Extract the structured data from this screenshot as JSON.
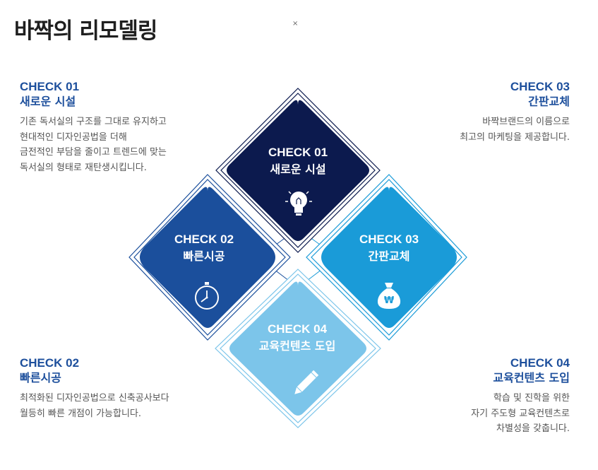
{
  "title": "바짝의 리모델링",
  "close_mark": "×",
  "items": [
    {
      "label": "CHECK 01",
      "name": "새로운 시설",
      "desc": [
        "기존 독서실의 구조를 그대로 유지하고",
        "현대적인 디자인공법을 더해",
        "금전적인 부담을 줄이고 트렌드에 맞는",
        "독서실의 형태로 재탄생시킵니다."
      ],
      "icon": "lightbulb-icon",
      "color": "#0c1a4e"
    },
    {
      "label": "CHECK 02",
      "name": "빠른시공",
      "desc": [
        "최적화된 디자인공법으로 신축공사보다",
        "월등히 빠른 개점이 가능합니다."
      ],
      "icon": "clock-icon",
      "color": "#1b4f9c"
    },
    {
      "label": "CHECK 03",
      "name": "간판교체",
      "desc": [
        "바짝브랜드의 이름으로",
        "최고의 마케팅을 제공합니다."
      ],
      "icon": "money-bag-icon",
      "color": "#1a9bd8"
    },
    {
      "label": "CHECK 04",
      "name": "교육컨텐츠 도입",
      "desc": [
        "학습 및 진학을 위한",
        "자기 주도형 교육컨텐츠로",
        "차별성을 갖춥니다."
      ],
      "icon": "pencil-icon",
      "color": "#7cc5ea"
    }
  ],
  "won_symbol": "₩"
}
